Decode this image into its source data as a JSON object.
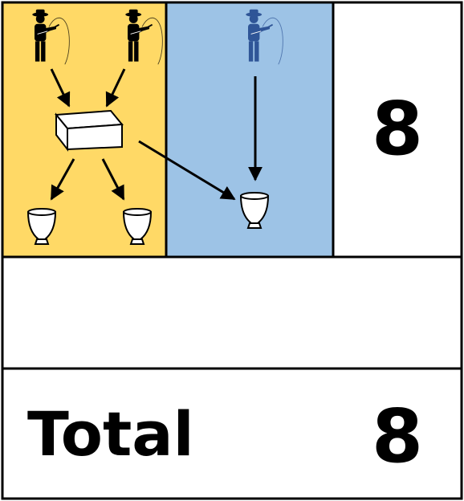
{
  "colors": {
    "yellow_panel": "#FFD966",
    "blue_panel": "#9DC3E6",
    "white_panel": "#FFFFFF",
    "border": "#000000",
    "fisherman_black": "#000000",
    "fisherman_blue": "#2F5597"
  },
  "icons": {
    "fisherman": "fisherman-icon",
    "box": "box-icon",
    "cup": "cup-icon",
    "arrow": "arrow-icon"
  },
  "top_row": {
    "score": "8"
  },
  "middle_row": {
    "text": ""
  },
  "total_row": {
    "label": "Total",
    "value": "8"
  }
}
